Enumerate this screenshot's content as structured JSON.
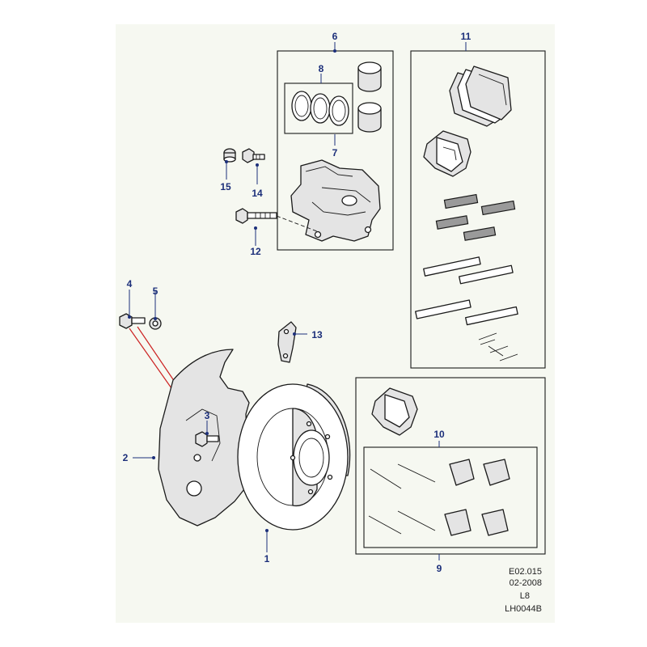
{
  "callouts": {
    "c1": "1",
    "c2": "2",
    "c3": "3",
    "c4": "4",
    "c5": "5",
    "c6": "6",
    "c7": "7",
    "c8": "8",
    "c9": "9",
    "c10": "10",
    "c11": "11",
    "c12": "12",
    "c13": "13",
    "c14": "14",
    "c15": "15"
  },
  "reference": {
    "code": "E02.015",
    "date": "02-2008",
    "line": "L8",
    "drawing_no": "LH0044B"
  },
  "colors": {
    "callout_text": "#1c2f7a",
    "panel_background": "#f6f8f1",
    "highlight_lines": "#cc2222"
  }
}
